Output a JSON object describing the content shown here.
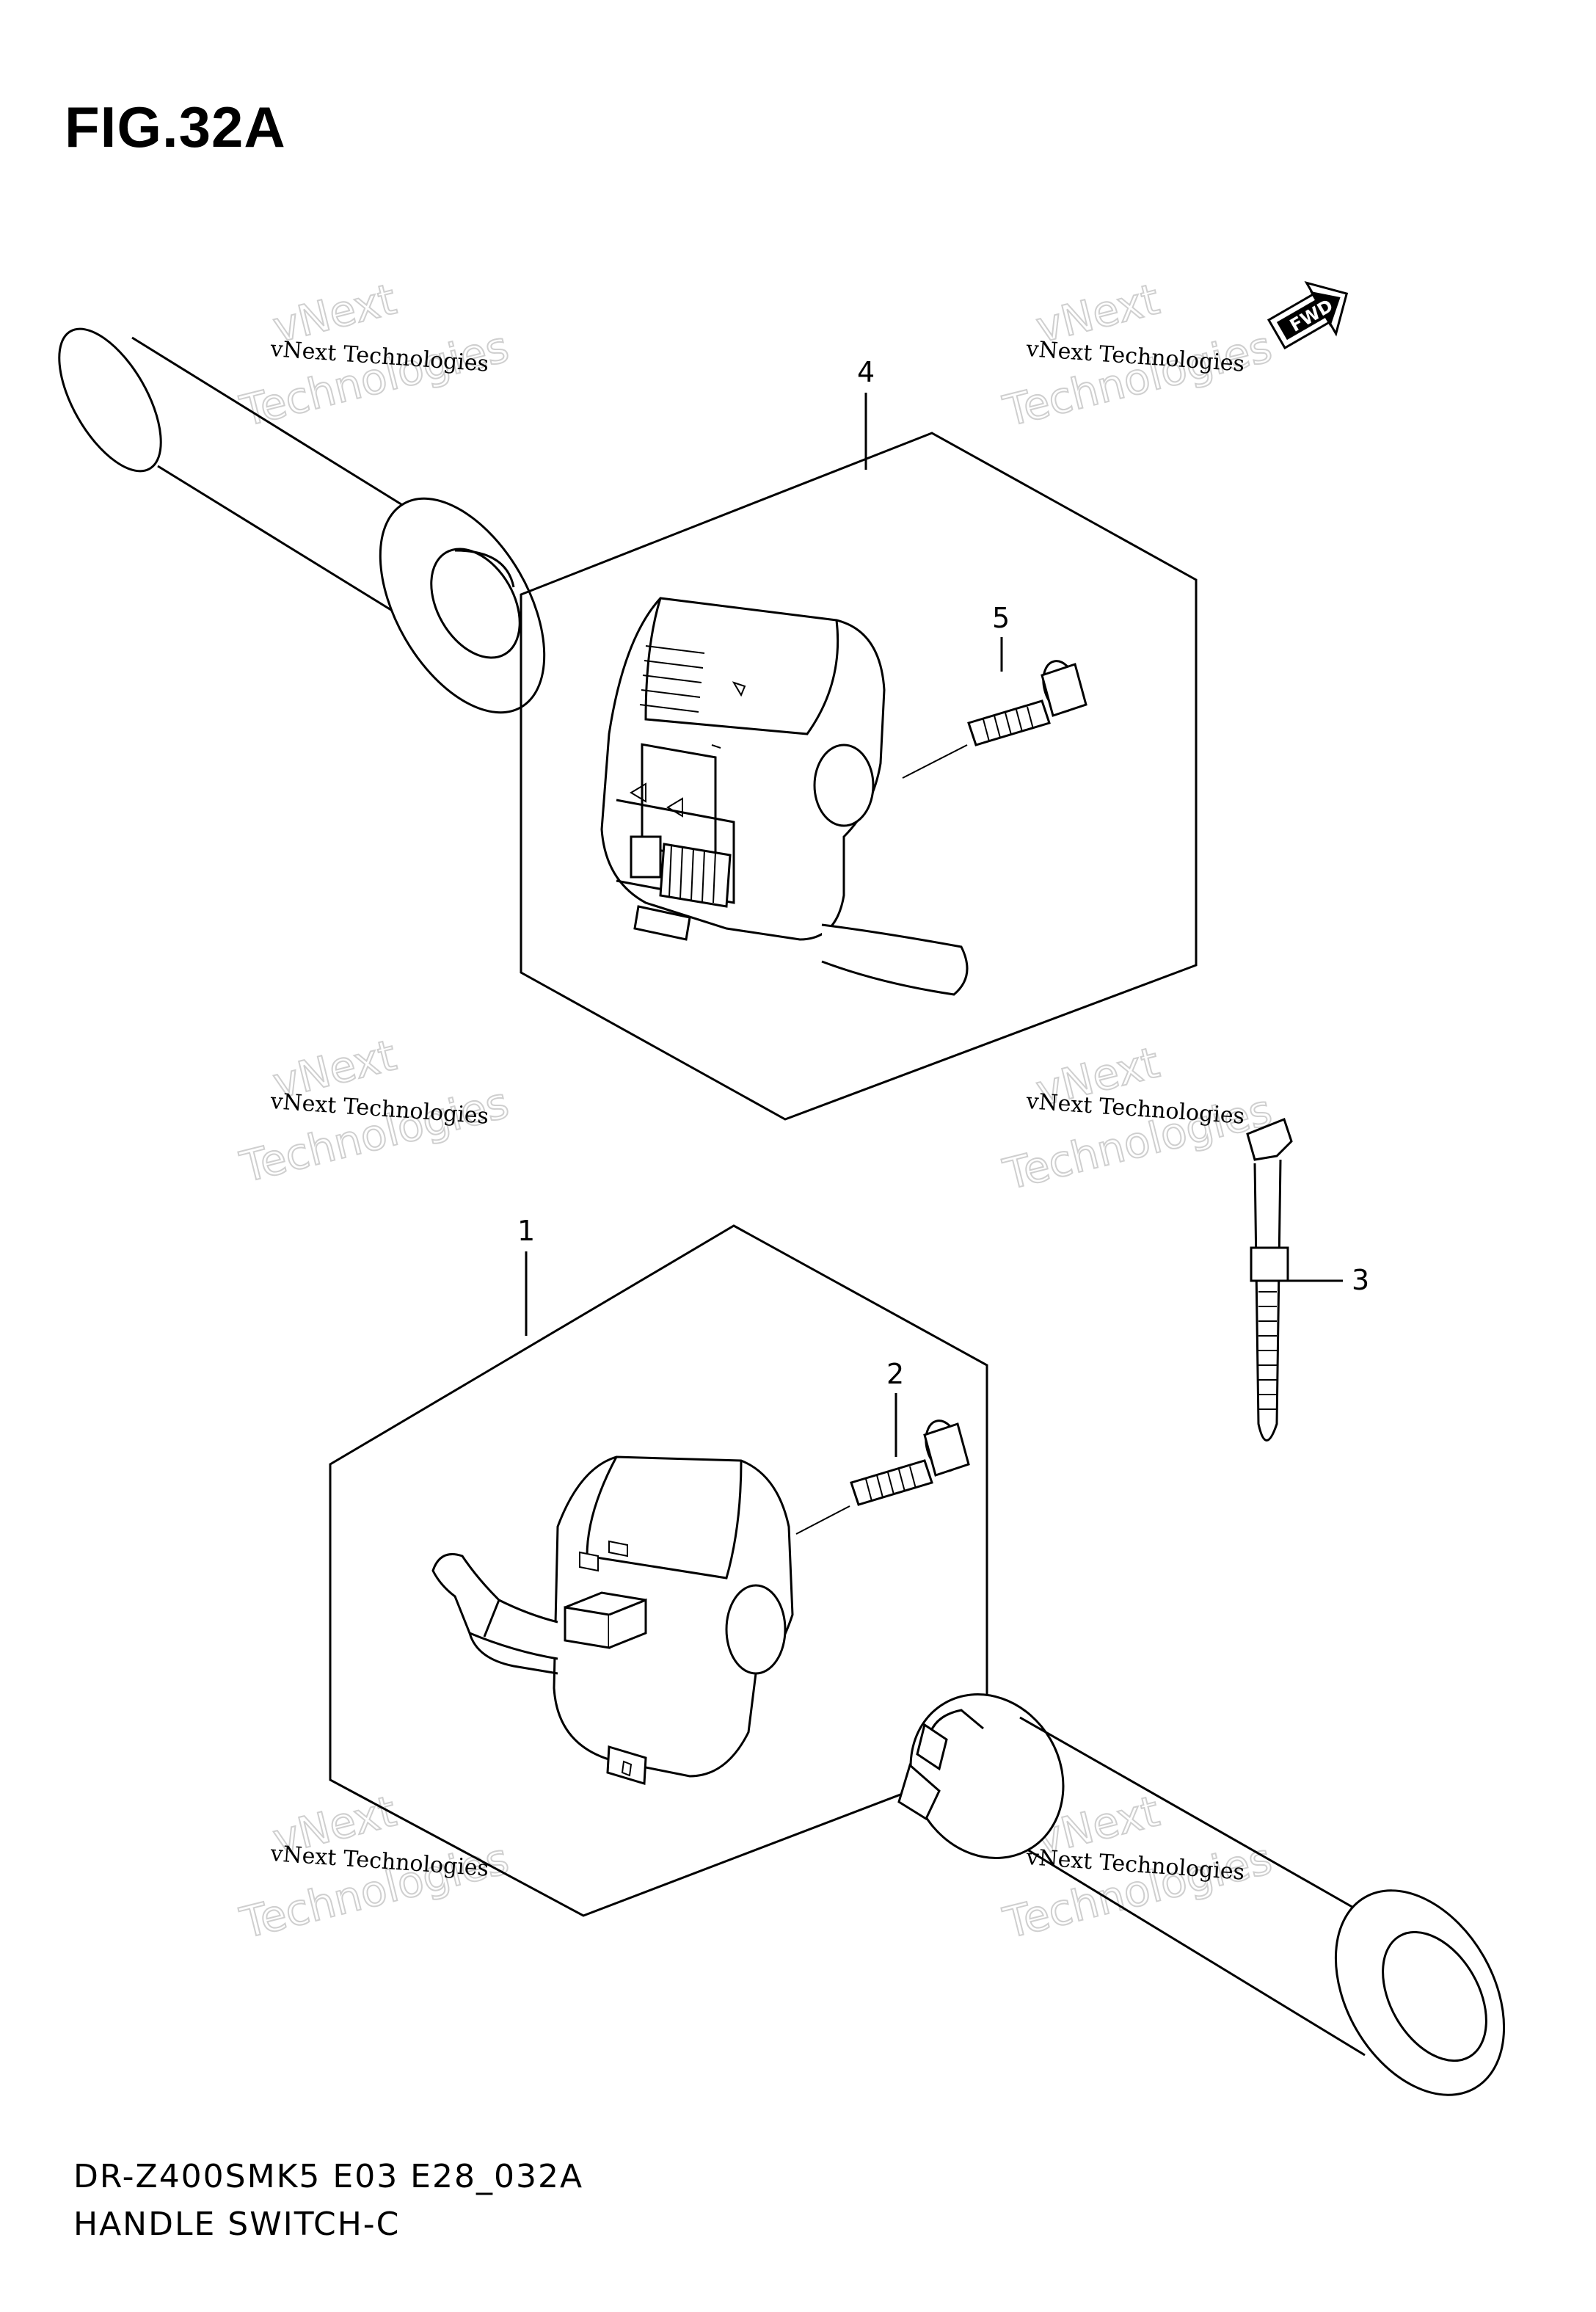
{
  "figure": {
    "title": "FIG.32A",
    "fwd_label": "FWD"
  },
  "callouts": [
    {
      "label": "1"
    },
    {
      "label": "2"
    },
    {
      "label": "3"
    },
    {
      "label": "4"
    },
    {
      "label": "5"
    }
  ],
  "watermark": {
    "line1": "vNext",
    "line2": "vNext Technologies",
    "line3": "Technologies"
  },
  "footer": {
    "code": "DR-Z400SMK5 E03 E28_032A",
    "name": "HANDLE SWITCH-C"
  }
}
